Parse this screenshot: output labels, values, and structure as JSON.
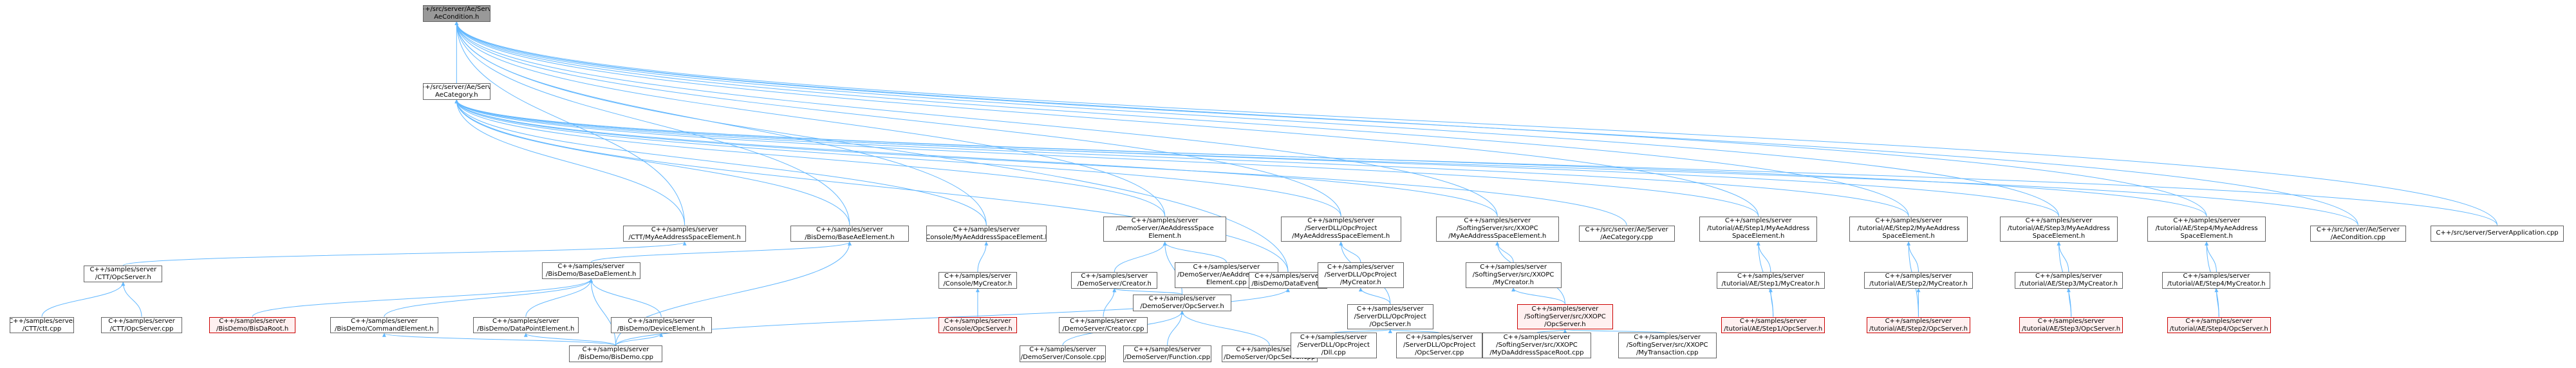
{
  "colors": {
    "edge": "#63b8ff",
    "node_border": "#666666",
    "root_fill": "#999999",
    "highlight_border": "#cc0000",
    "highlight_fill": "#fff0f0"
  },
  "nodes": [
    {
      "id": "root",
      "lines": [
        "C++/src/server/Ae/Server",
        "AeCondition.h"
      ],
      "style": "root"
    },
    {
      "id": "aecat",
      "lines": [
        "C++/src/server/Ae/Server",
        "AeCategory.h"
      ]
    },
    {
      "id": "ctt_myaeas",
      "lines": [
        "C++/samples/server",
        "/CTT/MyAeAddressSpaceElement.h"
      ]
    },
    {
      "id": "bis_baseae",
      "lines": [
        "C++/samples/server",
        "/BisDemo/BaseAeElement.h"
      ]
    },
    {
      "id": "con_myaeas",
      "lines": [
        "C++/samples/server",
        "/Console/MyAeAddressSpaceElement.h"
      ]
    },
    {
      "id": "demo_aeas",
      "lines": [
        "C++/samples/server",
        "/DemoServer/AeAddressSpace",
        "Element.h"
      ]
    },
    {
      "id": "dll_myaeas",
      "lines": [
        "C++/samples/server",
        "/ServerDLL/OpcProject",
        "/MyAeAddressSpaceElement.h"
      ]
    },
    {
      "id": "soft_myaeas",
      "lines": [
        "C++/samples/server",
        "/SoftingServer/src/XXOPC",
        "/MyAeAddressSpaceElement.h"
      ]
    },
    {
      "id": "aecat_cpp",
      "lines": [
        "C++/src/server/Ae/Server",
        "/AeCategory.cpp"
      ]
    },
    {
      "id": "t1_myaeas",
      "lines": [
        "C++/samples/server",
        "/tutorial/AE/Step1/MyAeAddress",
        "SpaceElement.h"
      ]
    },
    {
      "id": "t2_myaeas",
      "lines": [
        "C++/samples/server",
        "/tutorial/AE/Step2/MyAeAddress",
        "SpaceElement.h"
      ]
    },
    {
      "id": "t3_myaeas",
      "lines": [
        "C++/samples/server",
        "/tutorial/AE/Step3/MyAeAddress",
        "SpaceElement.h"
      ]
    },
    {
      "id": "t4_myaeas",
      "lines": [
        "C++/samples/server",
        "/tutorial/AE/Step4/MyAeAddress",
        "SpaceElement.h"
      ]
    },
    {
      "id": "aecond_cpp",
      "lines": [
        "C++/src/server/Ae/Server",
        "/AeCondition.cpp"
      ]
    },
    {
      "id": "srvapp_cpp",
      "lines": [
        "C++/src/server/ServerApplication.cpp"
      ]
    },
    {
      "id": "ctt_opcsrv_h",
      "lines": [
        "C++/samples/server",
        "/CTT/OpcServer.h"
      ]
    },
    {
      "id": "bis_baseda",
      "lines": [
        "C++/samples/server",
        "/BisDemo/BaseDaElement.h"
      ]
    },
    {
      "id": "con_mycreator",
      "lines": [
        "C++/samples/server",
        "/Console/MyCreator.h"
      ]
    },
    {
      "id": "demo_creator",
      "lines": [
        "C++/samples/server",
        "/DemoServer/Creator.h"
      ]
    },
    {
      "id": "demo_aeas_cpp",
      "lines": [
        "C++/samples/server",
        "/DemoServer/AeAddressSpace",
        "Element.cpp"
      ]
    },
    {
      "id": "bis_dataevent",
      "lines": [
        "C++/samples/server",
        "/BisDemo/DataEvent.h"
      ]
    },
    {
      "id": "dll_mycreator",
      "lines": [
        "C++/samples/server",
        "/ServerDLL/OpcProject",
        "/MyCreator.h"
      ]
    },
    {
      "id": "soft_mycreator",
      "lines": [
        "C++/samples/server",
        "/SoftingServer/src/XXOPC",
        "/MyCreator.h"
      ]
    },
    {
      "id": "t1_mycreator",
      "lines": [
        "C++/samples/server",
        "/tutorial/AE/Step1/MyCreator.h"
      ]
    },
    {
      "id": "t2_mycreator",
      "lines": [
        "C++/samples/server",
        "/tutorial/AE/Step2/MyCreator.h"
      ]
    },
    {
      "id": "t3_mycreator",
      "lines": [
        "C++/samples/server",
        "/tutorial/AE/Step3/MyCreator.h"
      ]
    },
    {
      "id": "t4_mycreator",
      "lines": [
        "C++/samples/server",
        "/tutorial/AE/Step4/MyCreator.h"
      ]
    },
    {
      "id": "ctt_cpp",
      "lines": [
        "C++/samples/server",
        "/CTT/ctt.cpp"
      ]
    },
    {
      "id": "ctt_opcsrv_cpp",
      "lines": [
        "C++/samples/server",
        "/CTT/OpcServer.cpp"
      ]
    },
    {
      "id": "bis_daroot",
      "lines": [
        "C++/samples/server",
        "/BisDemo/BisDaRoot.h"
      ],
      "style": "red"
    },
    {
      "id": "bis_cmdel",
      "lines": [
        "C++/samples/server",
        "/BisDemo/CommandElement.h"
      ]
    },
    {
      "id": "bis_dpel",
      "lines": [
        "C++/samples/server",
        "/BisDemo/DataPointElement.h"
      ]
    },
    {
      "id": "bis_devel",
      "lines": [
        "C++/samples/server",
        "/BisDemo/DeviceElement.h"
      ]
    },
    {
      "id": "con_opcsrv",
      "lines": [
        "C++/samples/server",
        "/Console/OpcServer.h"
      ],
      "style": "red"
    },
    {
      "id": "demo_creator_cpp",
      "lines": [
        "C++/samples/server",
        "/DemoServer/Creator.cpp"
      ]
    },
    {
      "id": "demo_opcsrv",
      "lines": [
        "C++/samples/server",
        "/DemoServer/OpcServer.h"
      ]
    },
    {
      "id": "dll_opcsrv",
      "lines": [
        "C++/samples/server",
        "/ServerDLL/OpcProject",
        "/OpcServer.h"
      ]
    },
    {
      "id": "soft_opcsrv",
      "lines": [
        "C++/samples/server",
        "/SoftingServer/src/XXOPC",
        "/OpcServer.h"
      ],
      "style": "red"
    },
    {
      "id": "t1_opcsrv",
      "lines": [
        "C++/samples/server",
        "/tutorial/AE/Step1/OpcServer.h"
      ],
      "style": "red"
    },
    {
      "id": "t2_opcsrv",
      "lines": [
        "C++/samples/server",
        "/tutorial/AE/Step2/OpcServer.h"
      ],
      "style": "red"
    },
    {
      "id": "t3_opcsrv",
      "lines": [
        "C++/samples/server",
        "/tutorial/AE/Step3/OpcServer.h"
      ],
      "style": "red"
    },
    {
      "id": "t4_opcsrv",
      "lines": [
        "C++/samples/server",
        "/tutorial/AE/Step4/OpcServer.h"
      ],
      "style": "red"
    },
    {
      "id": "bis_demo_cpp",
      "lines": [
        "C++/samples/server",
        "/BisDemo/BisDemo.cpp"
      ]
    },
    {
      "id": "demo_console_cpp",
      "lines": [
        "C++/samples/server",
        "/DemoServer/Console.cpp"
      ]
    },
    {
      "id": "demo_function_cpp",
      "lines": [
        "C++/samples/server",
        "/DemoServer/Function.cpp"
      ]
    },
    {
      "id": "demo_opcsrv_cpp",
      "lines": [
        "C++/samples/server",
        "/DemoServer/OpcServer.cpp"
      ]
    },
    {
      "id": "dll_dll_cpp",
      "lines": [
        "C++/samples/server",
        "/ServerDLL/OpcProject",
        "/Dll.cpp"
      ]
    },
    {
      "id": "dll_opcsrv_cpp",
      "lines": [
        "C++/samples/server",
        "/ServerDLL/OpcProject",
        "/OpcServer.cpp"
      ]
    },
    {
      "id": "soft_daasroot_cpp",
      "lines": [
        "C++/samples/server",
        "/SoftingServer/src/XXOPC",
        "/MyDaAddressSpaceRoot.cpp"
      ]
    },
    {
      "id": "soft_mytrans_cpp",
      "lines": [
        "C++/samples/server",
        "/SoftingServer/src/XXOPC",
        "/MyTransaction.cpp"
      ]
    }
  ],
  "edges": [
    [
      "root",
      "aecat"
    ],
    [
      "root",
      "ctt_myaeas"
    ],
    [
      "root",
      "bis_baseae"
    ],
    [
      "root",
      "con_myaeas"
    ],
    [
      "root",
      "demo_aeas"
    ],
    [
      "root",
      "dll_myaeas"
    ],
    [
      "root",
      "soft_myaeas"
    ],
    [
      "root",
      "t1_myaeas"
    ],
    [
      "root",
      "t2_myaeas"
    ],
    [
      "root",
      "t3_myaeas"
    ],
    [
      "root",
      "t4_myaeas"
    ],
    [
      "root",
      "aecond_cpp"
    ],
    [
      "root",
      "srvapp_cpp"
    ],
    [
      "root",
      "bis_dataevent"
    ],
    [
      "aecat",
      "ctt_myaeas"
    ],
    [
      "aecat",
      "bis_baseae"
    ],
    [
      "aecat",
      "con_myaeas"
    ],
    [
      "aecat",
      "demo_aeas"
    ],
    [
      "aecat",
      "dll_myaeas"
    ],
    [
      "aecat",
      "soft_myaeas"
    ],
    [
      "aecat",
      "aecat_cpp"
    ],
    [
      "aecat",
      "t1_myaeas"
    ],
    [
      "aecat",
      "t2_myaeas"
    ],
    [
      "aecat",
      "t3_myaeas"
    ],
    [
      "aecat",
      "t4_myaeas"
    ],
    [
      "aecat",
      "aecond_cpp"
    ],
    [
      "aecat",
      "srvapp_cpp"
    ],
    [
      "aecat",
      "bis_dataevent"
    ],
    [
      "ctt_myaeas",
      "ctt_opcsrv_h"
    ],
    [
      "bis_baseae",
      "bis_baseda"
    ],
    [
      "bis_baseae",
      "bis_demo_cpp"
    ],
    [
      "con_myaeas",
      "con_mycreator"
    ],
    [
      "demo_aeas",
      "demo_creator"
    ],
    [
      "demo_aeas",
      "demo_aeas_cpp"
    ],
    [
      "demo_aeas",
      "demo_opcsrv"
    ],
    [
      "dll_myaeas",
      "dll_mycreator"
    ],
    [
      "dll_myaeas",
      "dll_opcsrv"
    ],
    [
      "soft_myaeas",
      "soft_mycreator"
    ],
    [
      "soft_myaeas",
      "soft_opcsrv"
    ],
    [
      "t1_myaeas",
      "t1_mycreator"
    ],
    [
      "t1_myaeas",
      "t1_opcsrv"
    ],
    [
      "t2_myaeas",
      "t2_mycreator"
    ],
    [
      "t2_myaeas",
      "t2_opcsrv"
    ],
    [
      "t3_myaeas",
      "t3_mycreator"
    ],
    [
      "t3_myaeas",
      "t3_opcsrv"
    ],
    [
      "t4_myaeas",
      "t4_mycreator"
    ],
    [
      "t4_myaeas",
      "t4_opcsrv"
    ],
    [
      "ctt_opcsrv_h",
      "ctt_cpp"
    ],
    [
      "ctt_opcsrv_h",
      "ctt_opcsrv_cpp"
    ],
    [
      "bis_baseda",
      "bis_daroot"
    ],
    [
      "bis_baseda",
      "bis_cmdel"
    ],
    [
      "bis_baseda",
      "bis_dpel"
    ],
    [
      "bis_baseda",
      "bis_devel"
    ],
    [
      "bis_baseda",
      "bis_demo_cpp"
    ],
    [
      "con_mycreator",
      "con_opcsrv"
    ],
    [
      "demo_creator",
      "demo_creator_cpp"
    ],
    [
      "demo_creator",
      "demo_opcsrv"
    ],
    [
      "bis_dataevent",
      "bis_demo_cpp"
    ],
    [
      "dll_mycreator",
      "dll_opcsrv"
    ],
    [
      "soft_mycreator",
      "soft_opcsrv"
    ],
    [
      "t1_mycreator",
      "t1_opcsrv"
    ],
    [
      "t2_mycreator",
      "t2_opcsrv"
    ],
    [
      "t3_mycreator",
      "t3_opcsrv"
    ],
    [
      "t4_mycreator",
      "t4_opcsrv"
    ],
    [
      "bis_cmdel",
      "bis_demo_cpp"
    ],
    [
      "bis_dpel",
      "bis_demo_cpp"
    ],
    [
      "bis_devel",
      "bis_demo_cpp"
    ],
    [
      "demo_opcsrv",
      "demo_console_cpp"
    ],
    [
      "demo_opcsrv",
      "demo_function_cpp"
    ],
    [
      "demo_opcsrv",
      "demo_opcsrv_cpp"
    ],
    [
      "dll_opcsrv",
      "dll_dll_cpp"
    ],
    [
      "dll_opcsrv",
      "dll_opcsrv_cpp"
    ],
    [
      "soft_opcsrv",
      "soft_daasroot_cpp"
    ],
    [
      "soft_opcsrv",
      "soft_mytrans_cpp"
    ]
  ]
}
